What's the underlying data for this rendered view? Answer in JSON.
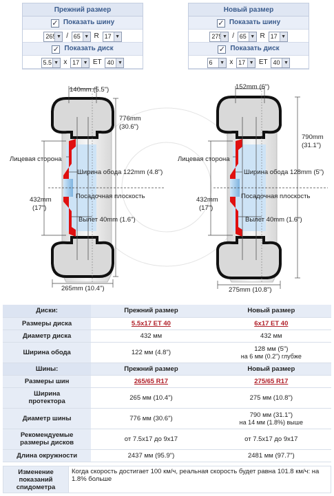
{
  "old_panel": {
    "header": "Прежний размер",
    "show_tire": "Показать шину",
    "tire": {
      "width": "265",
      "profile": "65",
      "sep": "/",
      "r_label": "R",
      "diameter": "17"
    },
    "show_disk": "Показать диск",
    "disk": {
      "width": "5.5",
      "x_label": "x",
      "diameter": "17",
      "et_label": "ET",
      "et": "40"
    }
  },
  "new_panel": {
    "header": "Новый размер",
    "show_tire": "Показать шину",
    "tire": {
      "width": "275",
      "profile": "65",
      "sep": "/",
      "r_label": "R",
      "diameter": "17"
    },
    "show_disk": "Показать диск",
    "disk": {
      "width": "6",
      "x_label": "x",
      "diameter": "17",
      "et_label": "ET",
      "et": "40"
    }
  },
  "diagram": {
    "old": {
      "tread": "140mm (5.5\")",
      "tire_dia_a": "776mm",
      "tire_dia_b": "(30.6\")",
      "face": "Лицевая сторона",
      "rim_width": "Ширина обода 122mm (4.8\")",
      "mount_plane": "Посадочная плоскость",
      "offset": "Вылет 40mm (1.6\")",
      "rim_dia_a": "432mm",
      "rim_dia_b": "(17\")",
      "section": "265mm (10.4\")"
    },
    "new": {
      "tread": "152mm (6\")",
      "tire_dia_a": "790mm",
      "tire_dia_b": "(31.1\")",
      "face": "Лицевая сторона",
      "rim_width": "Ширина обода  128mm (5\")",
      "mount_plane": "Посадочная плоскость",
      "offset": "Вылет 40mm (1.6\")",
      "rim_dia_a": "432mm",
      "rim_dia_b": "(17\")",
      "section": "275mm (10.8\")"
    }
  },
  "table": {
    "disks_header": {
      "label": "Диски:",
      "old": "Прежний размер",
      "new": "Новый размер"
    },
    "disk_size": {
      "label": "Размеры диска",
      "old": "5.5x17 ET 40",
      "new": "6x17 ET 40"
    },
    "disk_diameter": {
      "label": "Диаметр диска",
      "old": "432 мм",
      "new": "432 мм"
    },
    "rim_width": {
      "label": "Ширина обода",
      "old": "122 мм (4.8\")",
      "new": "128 мм (5\")",
      "new_note": "на 6 мм (0.2\") глубже"
    },
    "tires_header": {
      "label": "Шины:",
      "old": "Прежний размер",
      "new": "Новый размер"
    },
    "tire_size": {
      "label": "Размеры шин",
      "old": "265/65 R17",
      "new": "275/65 R17"
    },
    "tread_width": {
      "label_a": "Ширина",
      "label_b": "протектора",
      "old": "265 мм (10.4\")",
      "new": "275 мм (10.8\")"
    },
    "tire_diameter": {
      "label": "Диаметр шины",
      "old": "776 мм (30.6\")",
      "new": "790 мм (31.1\")",
      "new_note": "на 14 мм (1.8%) выше"
    },
    "recommended": {
      "label_a": "Рекомендуемые",
      "label_b": "размеры дисков",
      "old": "от 7.5x17 до 9x17",
      "new": "от 7.5x17 до 9x17"
    },
    "circumference": {
      "label": "Длина окружности",
      "old": "2437 мм (95.9\")",
      "new": "2481 мм (97.7\")"
    }
  },
  "speedometer": {
    "label_a": "Изменение",
    "label_b": "показаний",
    "label_c": "спидометра",
    "text": "Когда скорость достигает 100 км/ч, реальная скорость будет равна 101.8 км/ч: на 1.8% больше"
  },
  "colors": {
    "panel_bg": "#e9eef8",
    "header_text": "#3a5b8c",
    "rim_red": "#e01010",
    "link_red": "#b0202a",
    "label_bg": "#e6ecf6"
  }
}
